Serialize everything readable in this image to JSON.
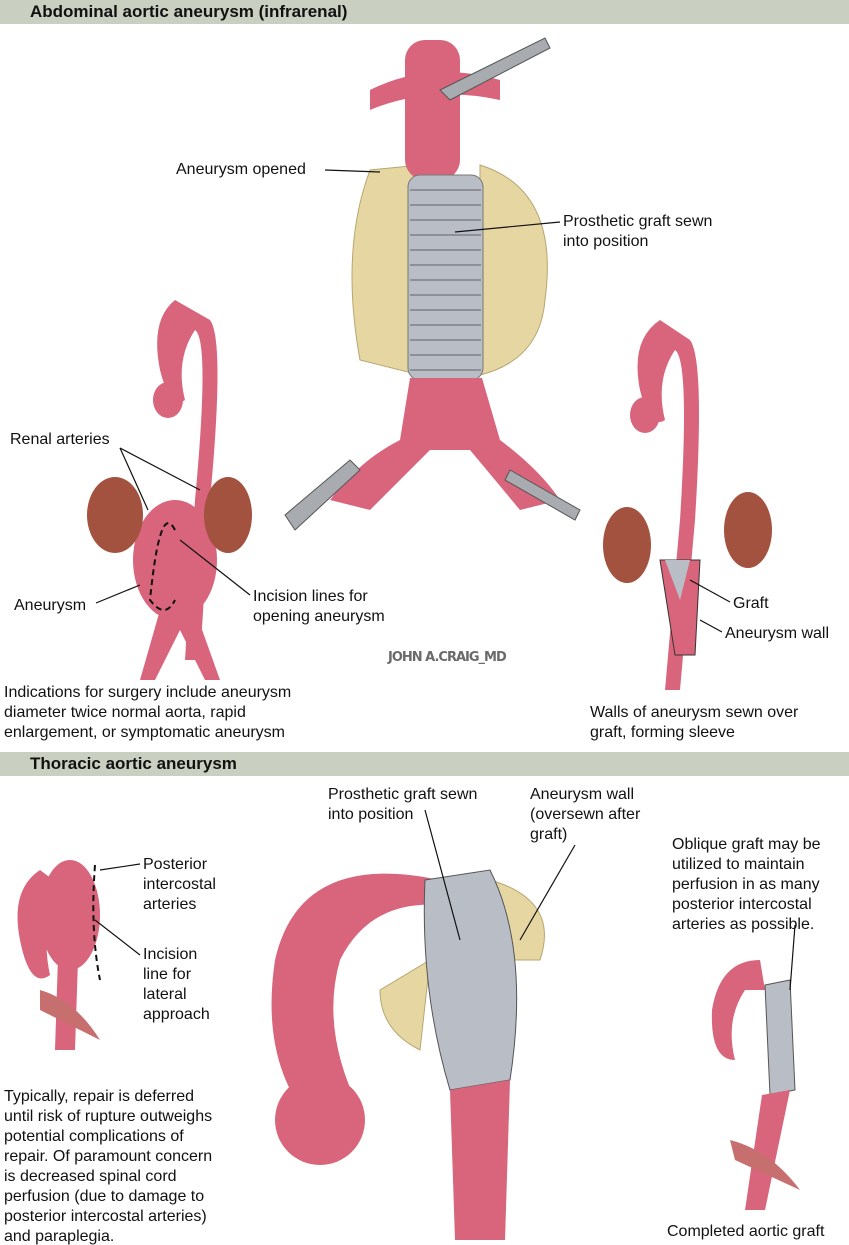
{
  "sections": [
    {
      "title": "Abdominal aortic aneurysm (infrarenal)"
    },
    {
      "title": "Thoracic aortic aneurysm"
    }
  ],
  "abdominal": {
    "aneurysm_opened": "Aneurysm opened",
    "graft_sewn": "Prosthetic graft sewn\ninto position",
    "renal_arteries": "Renal arteries",
    "aneurysm": "Aneurysm",
    "incision_lines": "Incision lines for\nopening aneurysm",
    "graft": "Graft",
    "aneurysm_wall": "Aneurysm wall",
    "indications": "Indications for surgery include aneurysm\ndiameter twice normal aorta, rapid\nenlargement, or symptomatic aneurysm",
    "walls_sewn": "Walls of aneurysm sewn over\ngraft, forming sleeve"
  },
  "thoracic": {
    "posterior_intercostal": "Posterior\nintercostal\narteries",
    "incision_line": "Incision\nline for\nlateral\napproach",
    "graft_sewn": "Prosthetic graft sewn\ninto position",
    "aneurysm_wall": "Aneurysm wall\n(oversewn after\ngraft)",
    "oblique_graft": "Oblique graft may be\nutilized to maintain\nperfusion in as many\nposterior intercostal\narteries as possible.",
    "typically": "Typically, repair is deferred\nuntil risk of rupture outweighs\npotential complications of\nrepair. Of paramount concern\nis decreased spinal cord\nperfusion (due to damage to\nposterior intercostal arteries)\nand paraplegia.",
    "completed": "Completed aortic graft"
  },
  "signature": "JOHN A.CRAIG_MD",
  "colors": {
    "aorta": "#d9657c",
    "kidney": "#a3523f",
    "wall": "#e6d7a2",
    "graft": "#b9bdc6",
    "bar": "#c9d0c1"
  }
}
